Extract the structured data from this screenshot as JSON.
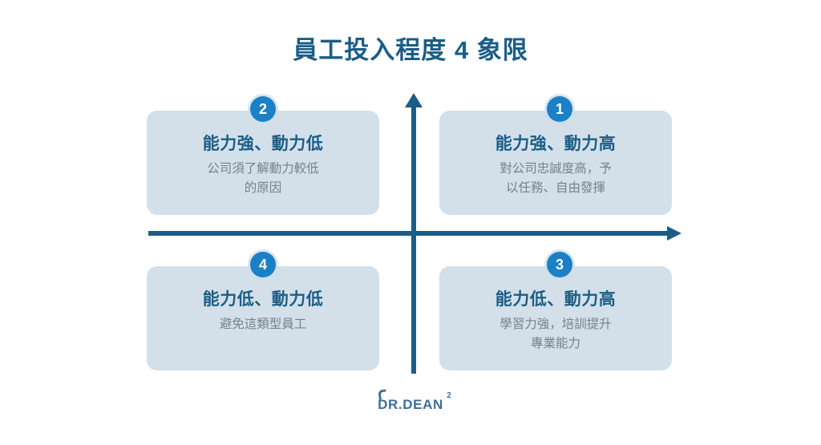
{
  "page": {
    "title": "員工投入程度 4 象限",
    "background_color": "#ffffff",
    "accent_color": "#1c5d86",
    "badge_color": "#1b80c6",
    "card_color": "#d3e0e9",
    "desc_color": "#76808a"
  },
  "axes": {
    "vertical_arrow_icon": "arrow-up-icon",
    "horizontal_arrow_icon": "arrow-right-icon"
  },
  "quadrants": [
    {
      "number": "2",
      "title": "能力強、動力低",
      "description": "公司須了解動力較低\n的原因",
      "position": "top-left"
    },
    {
      "number": "1",
      "title": "能力強、動力高",
      "description": "對公司忠誠度高，予\n以任務、自由發揮",
      "position": "top-right"
    },
    {
      "number": "4",
      "title": "能力低、動力低",
      "description": "避免這類型員工",
      "position": "bottom-left"
    },
    {
      "number": "3",
      "title": "能力低、動力高",
      "description": "學習力強，培訓提升\n專業能力",
      "position": "bottom-right"
    }
  ],
  "logo": {
    "text": "DR.DEAN",
    "superscript": "2"
  }
}
